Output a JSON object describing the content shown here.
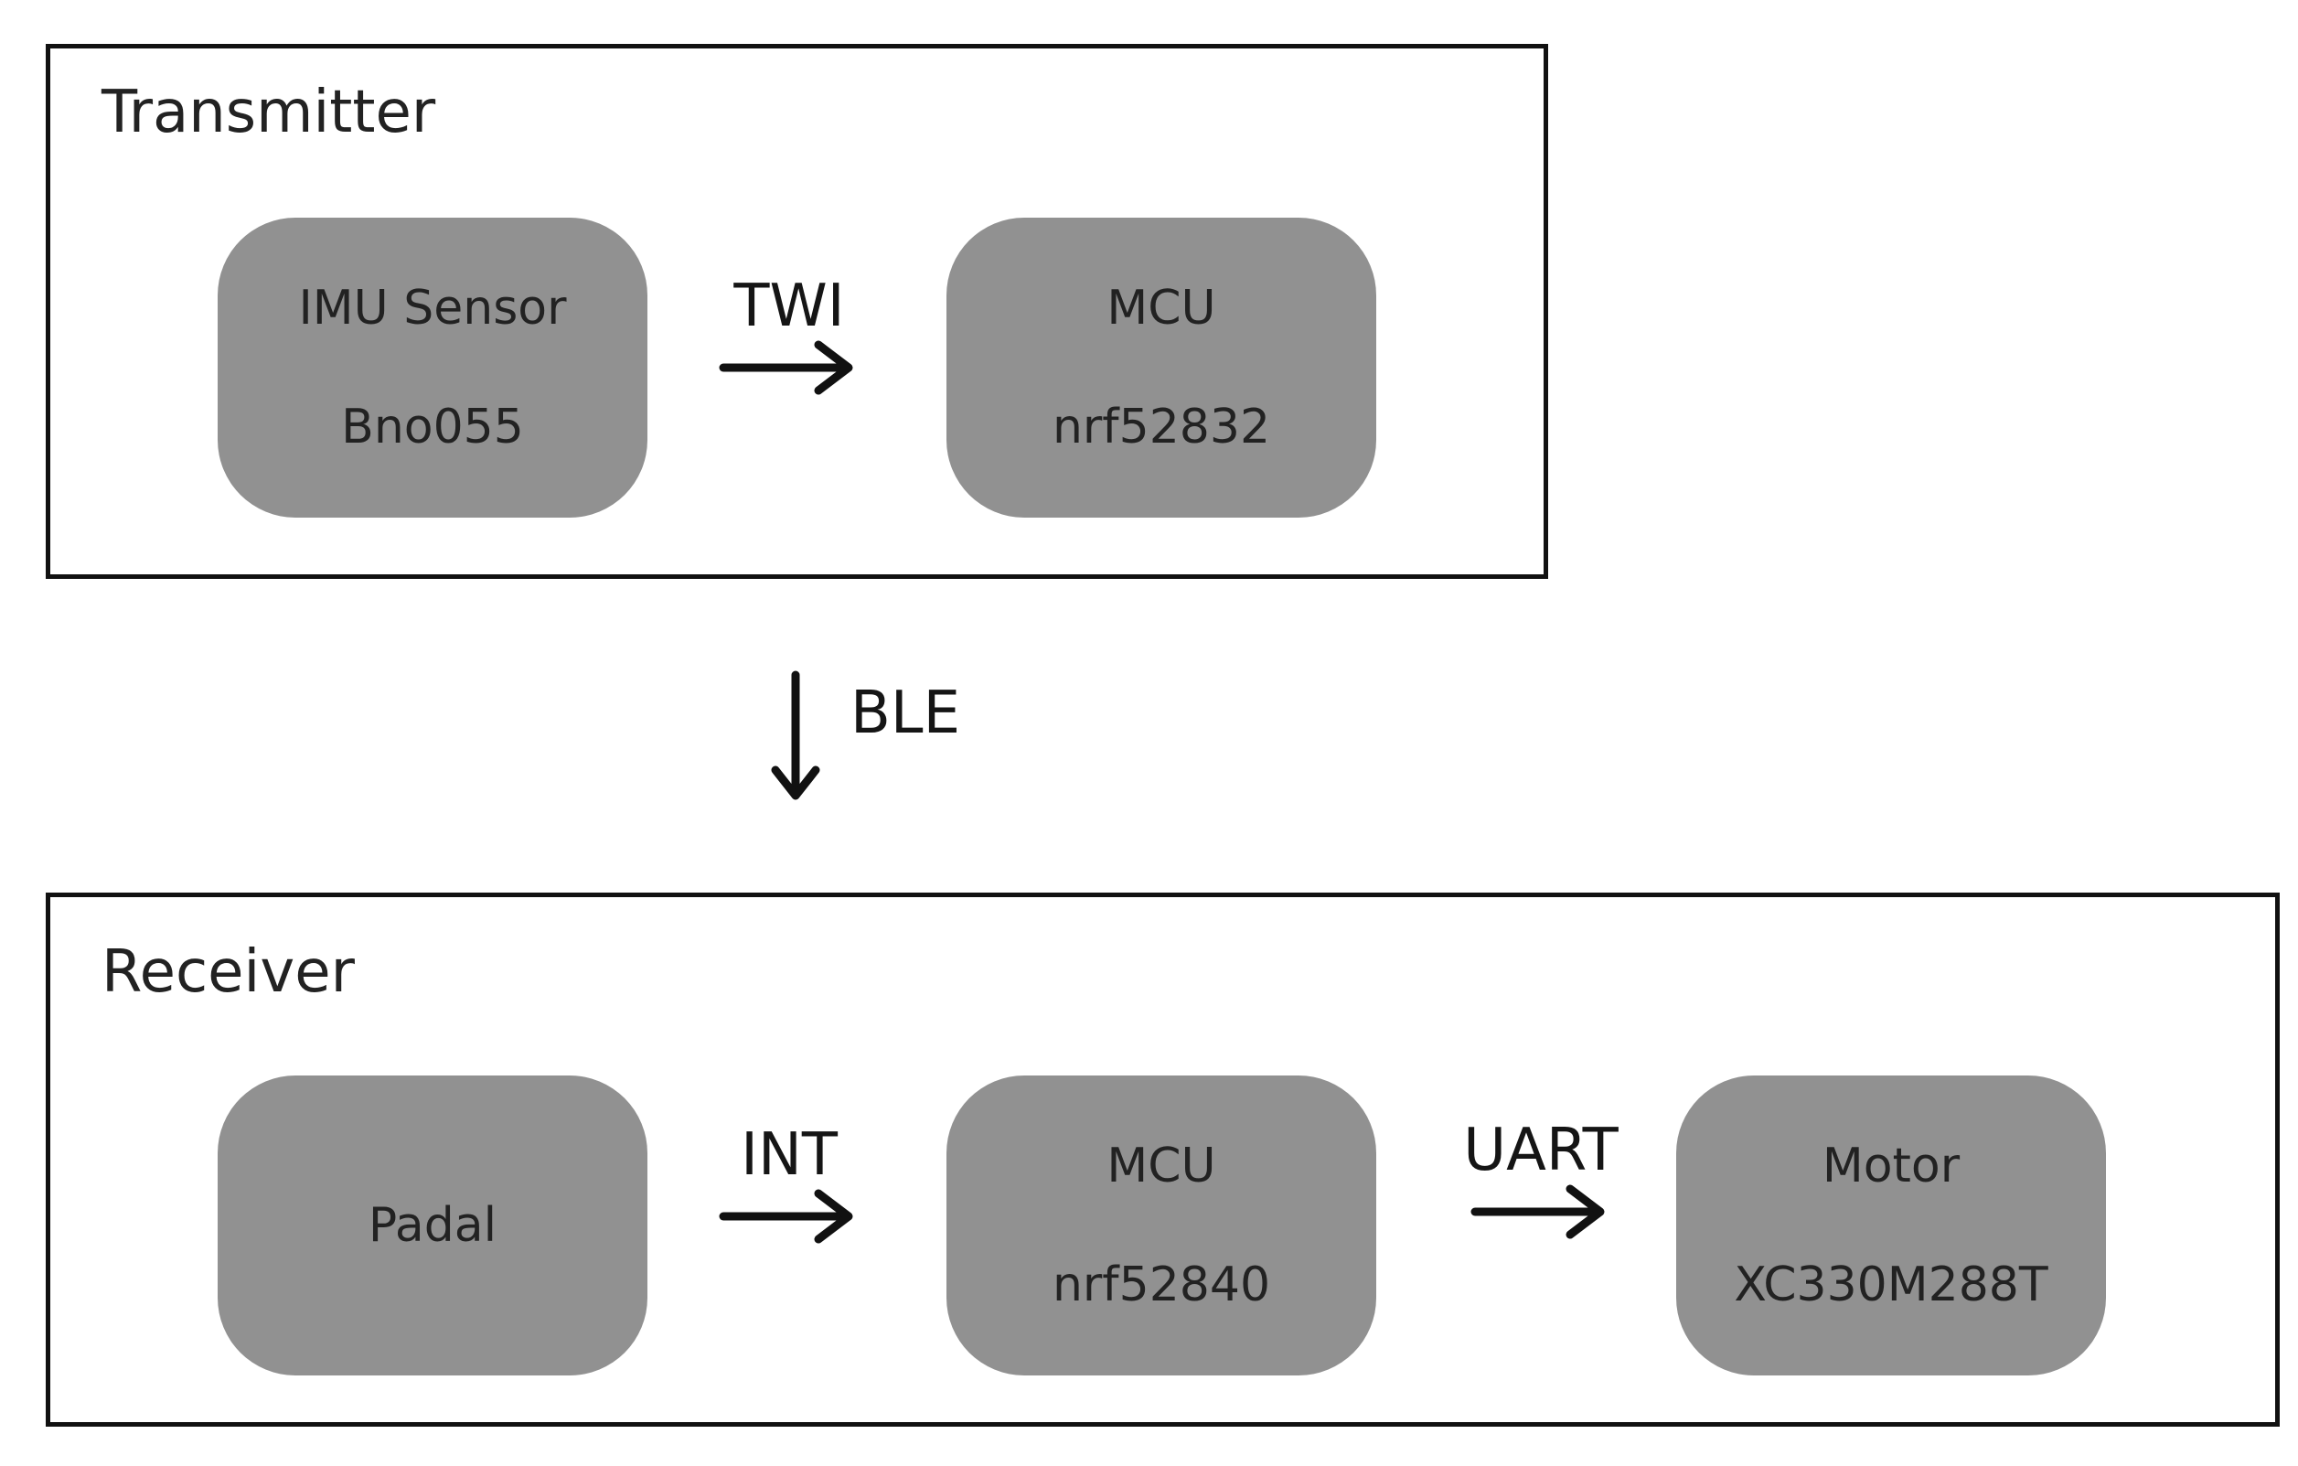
{
  "colors": {
    "block_fill": "#919191",
    "border": "#111111",
    "text": "#222222"
  },
  "transmitter": {
    "title": "Transmitter",
    "blocks": [
      {
        "line1": "IMU Sensor",
        "line2": "Bno055"
      },
      {
        "line1": "MCU",
        "line2": "nrf52832"
      }
    ],
    "links": [
      {
        "label": "TWI"
      }
    ]
  },
  "inter_link": {
    "label": "BLE"
  },
  "receiver": {
    "title": "Receiver",
    "blocks": [
      {
        "line1": "Padal"
      },
      {
        "line1": "MCU",
        "line2": "nrf52840"
      },
      {
        "line1": "Motor",
        "line2": "XC330M288T"
      }
    ],
    "links": [
      {
        "label": "INT"
      },
      {
        "label": "UART"
      }
    ]
  }
}
